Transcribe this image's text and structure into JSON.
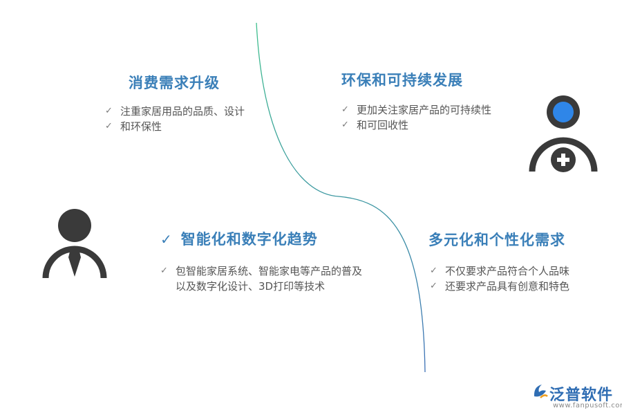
{
  "quadrants": {
    "top_left": {
      "title": "消费需求升级",
      "bullets": [
        "注重家居用品的品质、设计",
        "和环保性"
      ]
    },
    "top_right": {
      "title": "环保和可持续发展",
      "bullets": [
        "更加关注家居产品的可持续性",
        "和可回收性"
      ]
    },
    "bottom_left": {
      "title": "智能化和数字化趋势",
      "bullets": [
        "包智能家居系统、智能家电等产品的普及",
        "以及数字化设计、3D打印等技术"
      ]
    },
    "bottom_right": {
      "title": "多元化和个性化需求",
      "bullets": [
        "不仅要求产品符合个人品味",
        "还要求产品具有创意和特色"
      ]
    }
  },
  "icons": {
    "check": "✓",
    "user_add": "user-add-icon",
    "person": "person-tie-icon"
  },
  "colors": {
    "title": "#3a7fb8",
    "axis_start": "#3dbf8c",
    "axis_end": "#3b6fb6",
    "icon_dark": "#3a3a3a",
    "icon_accent": "#2f86e8"
  },
  "logo": {
    "name": "泛普软件",
    "url": "www.fanpusoft.com"
  }
}
